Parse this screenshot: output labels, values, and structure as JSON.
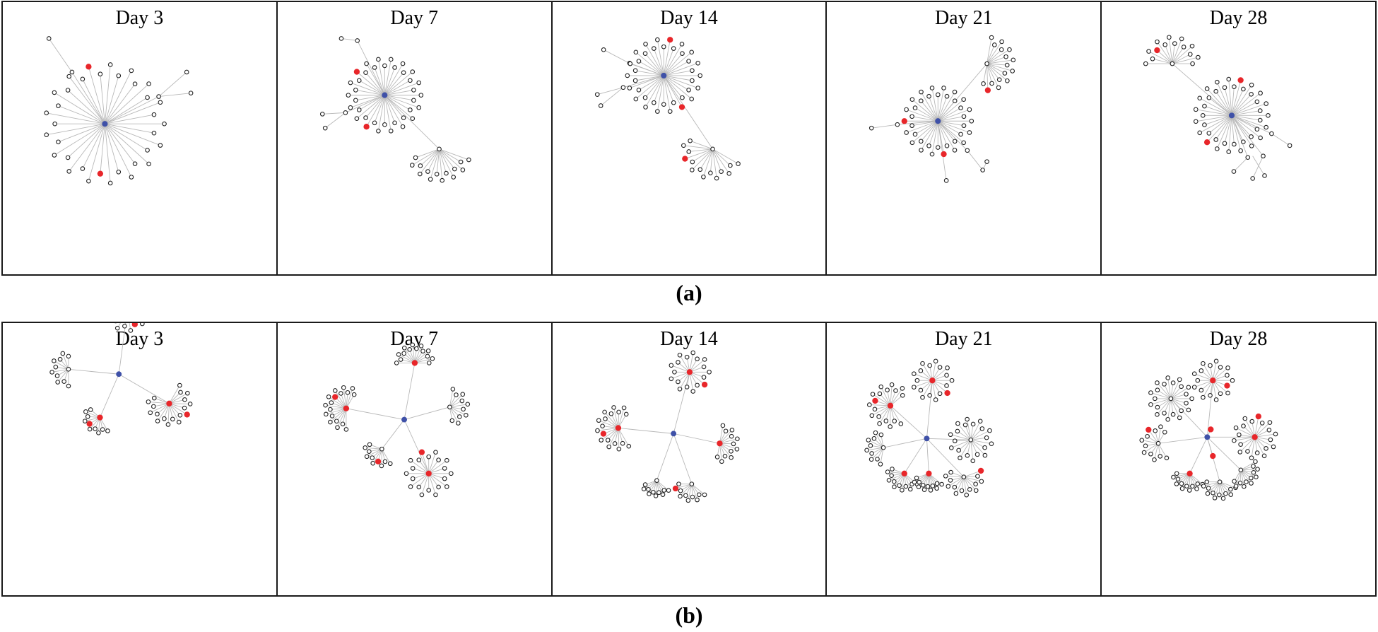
{
  "rows": [
    {
      "label": "(a)",
      "panels": [
        {
          "title": "Day 3",
          "layout": "a1"
        },
        {
          "title": "Day 7",
          "layout": "a2"
        },
        {
          "title": "Day 14",
          "layout": "a3"
        },
        {
          "title": "Day 21",
          "layout": "a4"
        },
        {
          "title": "Day 28",
          "layout": "a5"
        }
      ]
    },
    {
      "label": "(b)",
      "panels": [
        {
          "title": "Day 3",
          "layout": "b1"
        },
        {
          "title": "Day 7",
          "layout": "b2"
        },
        {
          "title": "Day 14",
          "layout": "b3"
        },
        {
          "title": "Day 21",
          "layout": "b4"
        },
        {
          "title": "Day 28",
          "layout": "b5"
        }
      ]
    }
  ],
  "colors": {
    "hub": "#3f51a8",
    "highlight": "#e8262a",
    "node_stroke": "#222222",
    "edge": "#b8b8b8",
    "border": "#1a1a1a"
  }
}
